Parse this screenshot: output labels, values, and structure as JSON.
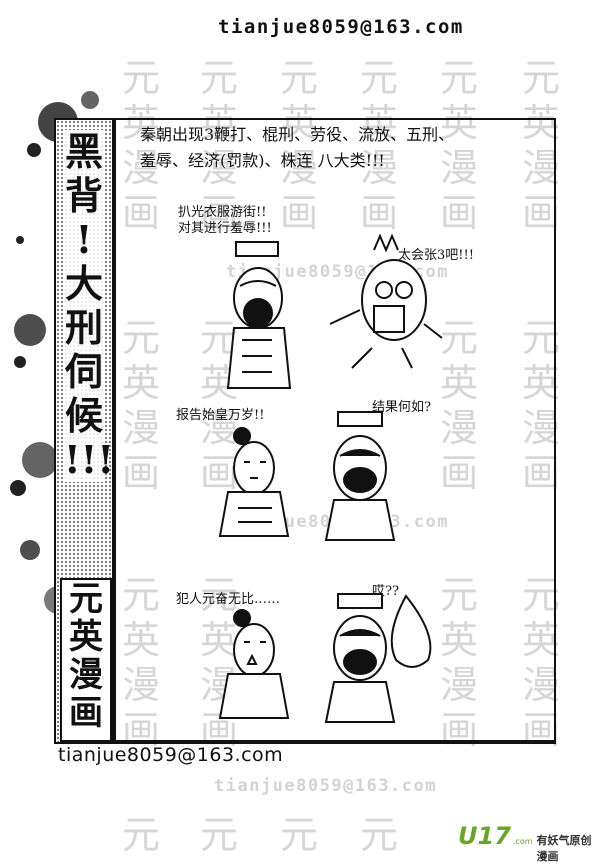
{
  "header": {
    "email": "tianjue8059@163.com"
  },
  "watermark": {
    "chars": [
      "元",
      "英",
      "漫",
      "画"
    ],
    "email": "tianjue8059@163.com"
  },
  "sidebar": {
    "title_lines": [
      "黑",
      "背",
      "!",
      "大",
      "刑",
      "伺",
      "候",
      "!!!"
    ],
    "brand_lines": [
      "元",
      "英",
      "漫",
      "画"
    ]
  },
  "comic": {
    "caption_line1": "秦朝出现3鞭打、棍刑、劳役、流放、五刑、",
    "caption_line2": "羞辱、经济(罚款)、株连 八大类!!!",
    "panel1_speech_left_line1": "扒光衣服游街!!",
    "panel1_speech_left_line2": "对其进行羞辱!!!",
    "panel1_speech_right": "太会张3吧!!!",
    "panel2_speech_left": "报告始皇万岁!!",
    "panel2_speech_right": "结果何如?",
    "panel3_speech_left": "犯人元奋无比……",
    "panel3_speech_right": "哎??"
  },
  "footer": {
    "email": "tianjue8059@163.com",
    "logo_text": "U17",
    "logo_com": ".com",
    "logo_slogan": "有妖气原创漫画",
    "brand_color": "#6aa52a"
  }
}
